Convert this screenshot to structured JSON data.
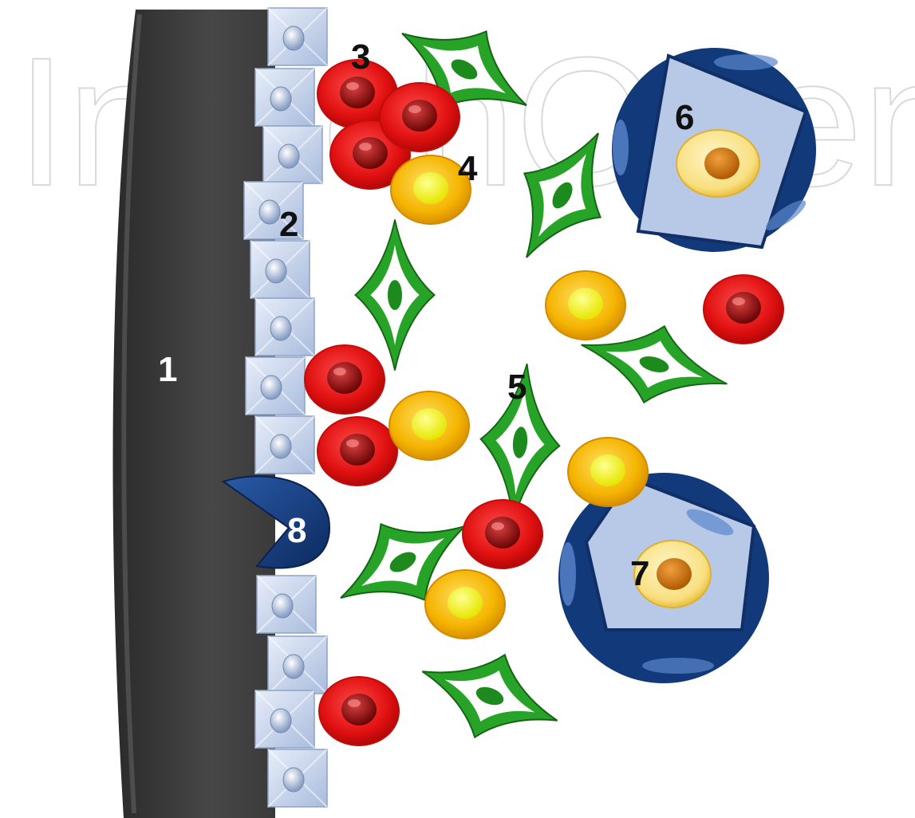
{
  "watermark": "IntechOpen",
  "colors": {
    "surface": "#3e3e3e",
    "receptor": "#c5d3ec",
    "red_cell": "#e81414",
    "yellow_cell": "#f5b800",
    "green_cell": "#1f8c1f",
    "dark_blue": "#123a7a",
    "light_blue": "#b7c9e6"
  },
  "labels": {
    "l1": "1",
    "l2": "2",
    "l3": "3",
    "l4": "4",
    "l5": "5",
    "l6": "6",
    "l7": "7",
    "l8": "8"
  }
}
